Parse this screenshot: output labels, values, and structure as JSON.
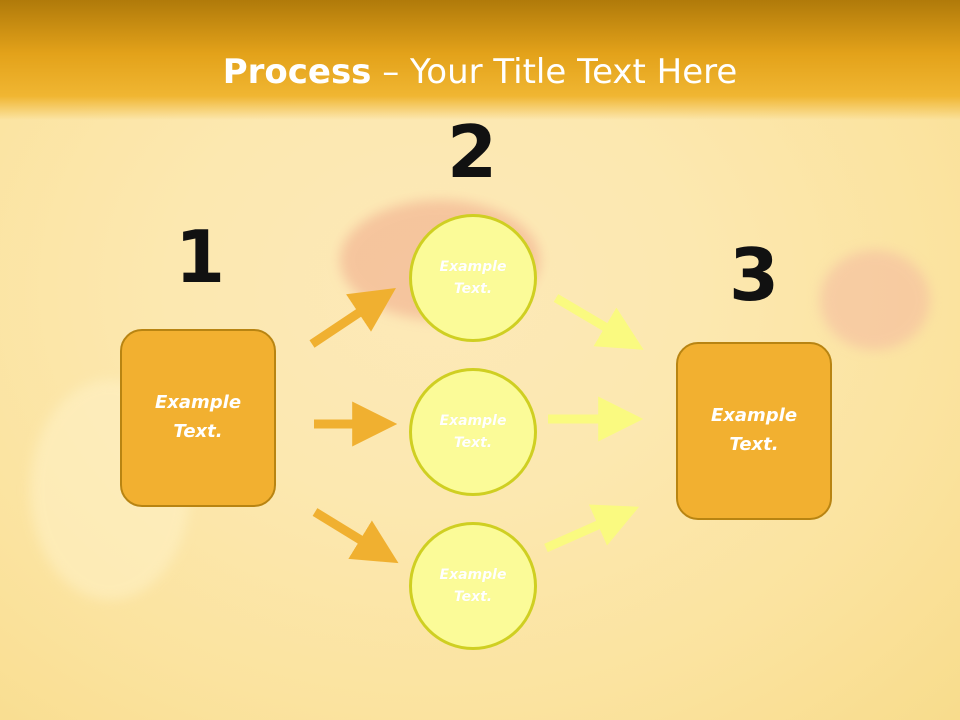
{
  "title": {
    "bold": "Process",
    "rest": " – Your Title Text Here"
  },
  "steps": {
    "one": "1",
    "two": "2",
    "three": "3"
  },
  "left_box": {
    "text": "Example\nText."
  },
  "circles": [
    {
      "text": "Example\nText."
    },
    {
      "text": "Example\nText."
    },
    {
      "text": "Example\nText."
    }
  ],
  "right_box": {
    "text": "Example\nText."
  },
  "colors": {
    "header": "#e3a21a",
    "box_fill": "#f2b030",
    "circle_fill": "#fbfb98",
    "left_arrows": "#f0b030",
    "right_arrows": "#fafa80"
  }
}
